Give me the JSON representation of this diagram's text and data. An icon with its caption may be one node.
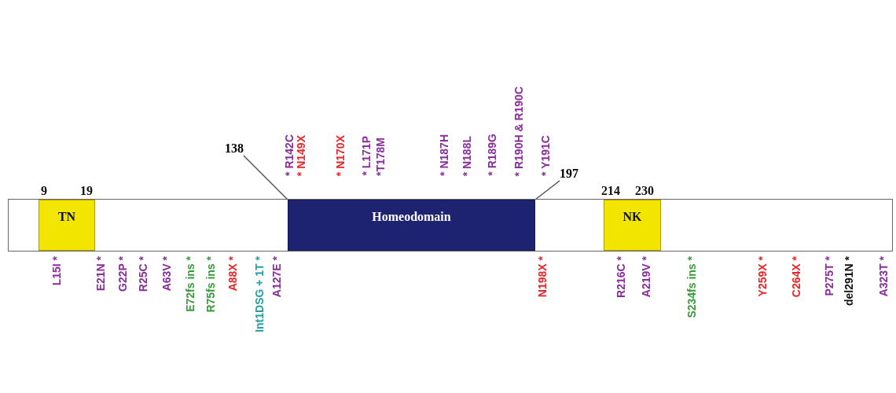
{
  "diagram": {
    "nodes": [
      {
        "text": [],
        "shape": "bar"
      },
      {
        "text": [
          "TN"
        ],
        "in": 0,
        "beside": [
          "9",
          "19"
        ]
      },
      {
        "text": [
          "138"
        ]
      },
      {
        "text": [
          "Homeodomain"
        ],
        "in": 0
      },
      {
        "text": [
          "197"
        ]
      },
      {
        "text": [
          "NK"
        ],
        "in": 0,
        "beside": [
          "214",
          "230"
        ]
      }
    ],
    "edges": [
      {
        "from": 2,
        "to": 3,
        "arrow": "none"
      },
      {
        "from": 4,
        "to": 3,
        "arrow": "none"
      }
    ],
    "labels": [
      "* R142C",
      "* N149X",
      "* N170X",
      "* L171P",
      "*T178M",
      "* N187H",
      "* N188L",
      "* R189G",
      "* R190H & R190C",
      "* Y191C",
      "L15I *",
      "E21N *",
      "G22P *",
      "R25C *",
      "A63V *",
      "E72fs ins *",
      "R75fs ins *",
      "A88X *",
      "Int1DSG + 1T *",
      "A127E *",
      "N198X *",
      "R216C *",
      "A219V *",
      "S234fs ins *",
      "Y259X *",
      "C264X *",
      "P275T *",
      "del291N *",
      "A323T *"
    ]
  }
}
